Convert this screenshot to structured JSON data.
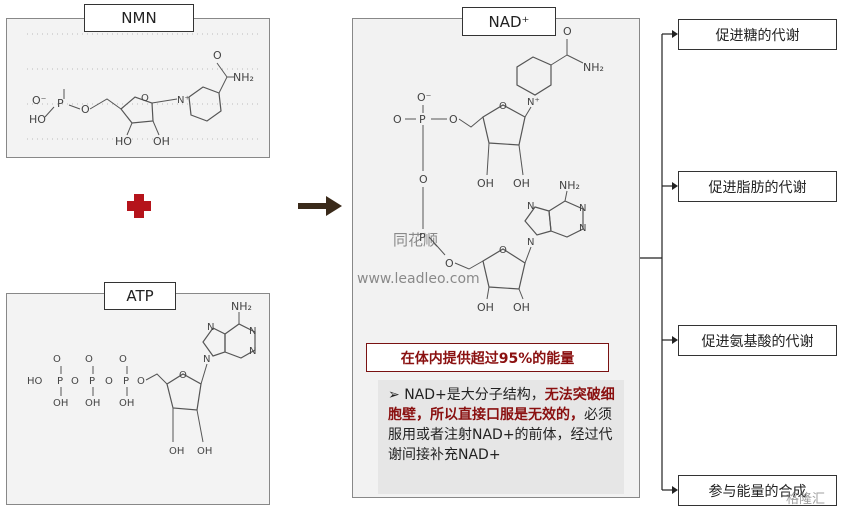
{
  "nmn": {
    "label": "NMN"
  },
  "atp": {
    "label": "ATP"
  },
  "nad": {
    "label": "NAD⁺"
  },
  "red_box_text": "在体内提供超过95%的能量",
  "note": {
    "bullet": "➢",
    "part1": "NAD+是大分子结构，",
    "part2": "无法突破细胞壁，所以直接口服是无效的，",
    "part3": "必须服用或者注射NAD+的前体，经过代谢间接补充NAD+"
  },
  "outputs": [
    "促进糖的代谢",
    "促进脂肪的代谢",
    "促进氨基酸的代谢",
    "参与能量的合成"
  ],
  "watermarks": {
    "tonghuashun": "同花顺",
    "leadleo": "www.leadleo.com",
    "corner": "格隆汇"
  },
  "mol": {
    "oh": "OH",
    "ho": "HO",
    "o_minus": "O⁻",
    "o": "O",
    "p": "P",
    "nh2": "NH₂",
    "n_plus": "N⁺",
    "n": "N"
  },
  "colors": {
    "accent_red": "#8a1010",
    "plus_red": "#b5141b",
    "arrow": "#3a2a1a"
  }
}
